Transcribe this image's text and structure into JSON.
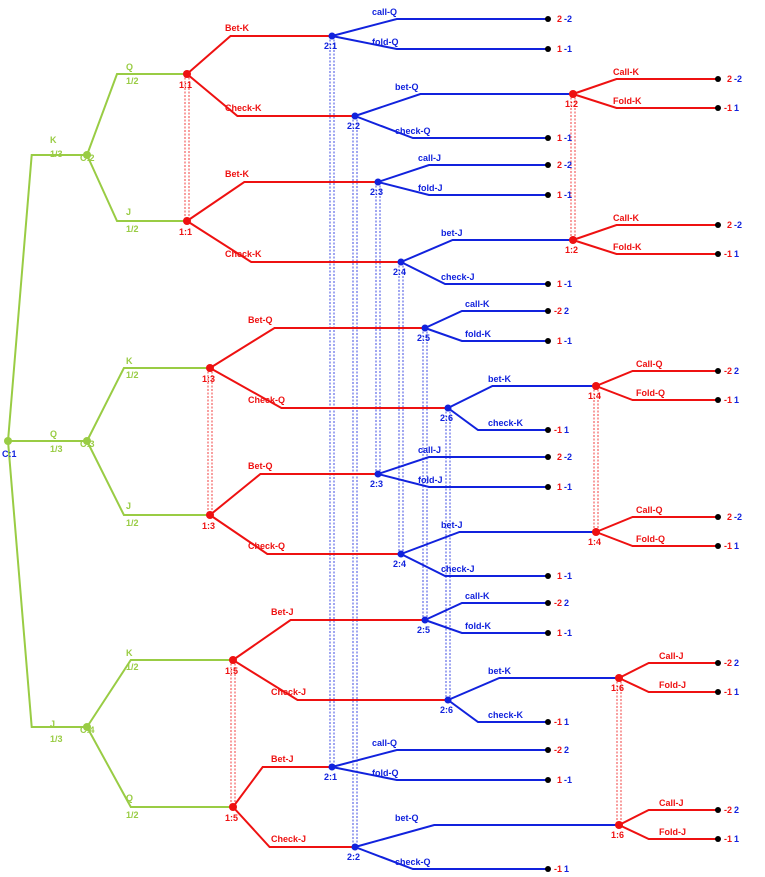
{
  "colors": {
    "chance": "#99cc44",
    "player1": "#ee1111",
    "player2": "#1122dd",
    "terminal": "#000000",
    "payoff1": "#ee1111",
    "payoff2": "#1122dd"
  },
  "labels": {
    "root": "C:1",
    "chance1": [
      "C:2",
      "C:3",
      "C:4"
    ],
    "deal1": [
      {
        "label": "K",
        "prob": "1/3"
      },
      {
        "label": "Q",
        "prob": "1/3"
      },
      {
        "label": "J",
        "prob": "1/3"
      }
    ],
    "deal2": [
      [
        {
          "label": "Q",
          "prob": "1/2"
        },
        {
          "label": "J",
          "prob": "1/2"
        }
      ],
      [
        {
          "label": "K",
          "prob": "1/2"
        },
        {
          "label": "J",
          "prob": "1/2"
        }
      ],
      [
        {
          "label": "K",
          "prob": "1/2"
        },
        {
          "label": "Q",
          "prob": "1/2"
        }
      ]
    ],
    "p1_info": [
      "1:1",
      "1:1",
      "1:3",
      "1:3",
      "1:5",
      "1:5"
    ],
    "p1_actions": [
      [
        "Bet-K",
        "Check-K"
      ],
      [
        "Bet-K",
        "Check-K"
      ],
      [
        "Bet-Q",
        "Check-Q"
      ],
      [
        "Bet-Q",
        "Check-Q"
      ],
      [
        "Bet-J",
        "Check-J"
      ],
      [
        "Bet-J",
        "Check-J"
      ]
    ],
    "p2_after_bet": [
      {
        "info": "2:1",
        "actions": [
          "call-Q",
          "fold-Q"
        ],
        "payoffs": [
          [
            "2",
            "-2"
          ],
          [
            "1",
            "-1"
          ]
        ]
      },
      {
        "info": "2:3",
        "actions": [
          "call-J",
          "fold-J"
        ],
        "payoffs": [
          [
            "2",
            "-2"
          ],
          [
            "1",
            "-1"
          ]
        ]
      },
      {
        "info": "2:5",
        "actions": [
          "call-K",
          "fold-K"
        ],
        "payoffs": [
          [
            "-2",
            "2"
          ],
          [
            "1",
            "-1"
          ]
        ]
      },
      {
        "info": "2:3",
        "actions": [
          "call-J",
          "fold-J"
        ],
        "payoffs": [
          [
            "2",
            "-2"
          ],
          [
            "1",
            "-1"
          ]
        ]
      },
      {
        "info": "2:5",
        "actions": [
          "call-K",
          "fold-K"
        ],
        "payoffs": [
          [
            "-2",
            "2"
          ],
          [
            "1",
            "-1"
          ]
        ]
      },
      {
        "info": "2:1",
        "actions": [
          "call-Q",
          "fold-Q"
        ],
        "payoffs": [
          [
            "-2",
            "2"
          ],
          [
            "1",
            "-1"
          ]
        ]
      }
    ],
    "p2_after_check": [
      {
        "info": "2:2",
        "actions": [
          "bet-Q",
          "check-Q"
        ],
        "check_payoff": [
          "1",
          "-1"
        ]
      },
      {
        "info": "2:4",
        "actions": [
          "bet-J",
          "check-J"
        ],
        "check_payoff": [
          "1",
          "-1"
        ]
      },
      {
        "info": "2:6",
        "actions": [
          "bet-K",
          "check-K"
        ],
        "check_payoff": [
          "-1",
          "1"
        ]
      },
      {
        "info": "2:4",
        "actions": [
          "bet-J",
          "check-J"
        ],
        "check_payoff": [
          "1",
          "-1"
        ]
      },
      {
        "info": "2:6",
        "actions": [
          "bet-K",
          "check-K"
        ],
        "check_payoff": [
          "-1",
          "1"
        ]
      },
      {
        "info": "2:2",
        "actions": [
          "bet-Q",
          "check-Q"
        ],
        "check_payoff": [
          "-1",
          "1"
        ]
      }
    ],
    "p1_second": [
      {
        "info": "1:2",
        "actions": [
          "Call-K",
          "Fold-K"
        ],
        "payoffs": [
          [
            "2",
            "-2"
          ],
          [
            "-1",
            "1"
          ]
        ]
      },
      {
        "info": "1:2",
        "actions": [
          "Call-K",
          "Fold-K"
        ],
        "payoffs": [
          [
            "2",
            "-2"
          ],
          [
            "-1",
            "1"
          ]
        ]
      },
      {
        "info": "1:4",
        "actions": [
          "Call-Q",
          "Fold-Q"
        ],
        "payoffs": [
          [
            "-2",
            "2"
          ],
          [
            "-1",
            "1"
          ]
        ]
      },
      {
        "info": "1:4",
        "actions": [
          "Call-Q",
          "Fold-Q"
        ],
        "payoffs": [
          [
            "2",
            "-2"
          ],
          [
            "-1",
            "1"
          ]
        ]
      },
      {
        "info": "1:6",
        "actions": [
          "Call-J",
          "Fold-J"
        ],
        "payoffs": [
          [
            "-2",
            "2"
          ],
          [
            "-1",
            "1"
          ]
        ]
      },
      {
        "info": "1:6",
        "actions": [
          "Call-J",
          "Fold-J"
        ],
        "payoffs": [
          [
            "-2",
            "2"
          ],
          [
            "-1",
            "1"
          ]
        ]
      }
    ]
  }
}
